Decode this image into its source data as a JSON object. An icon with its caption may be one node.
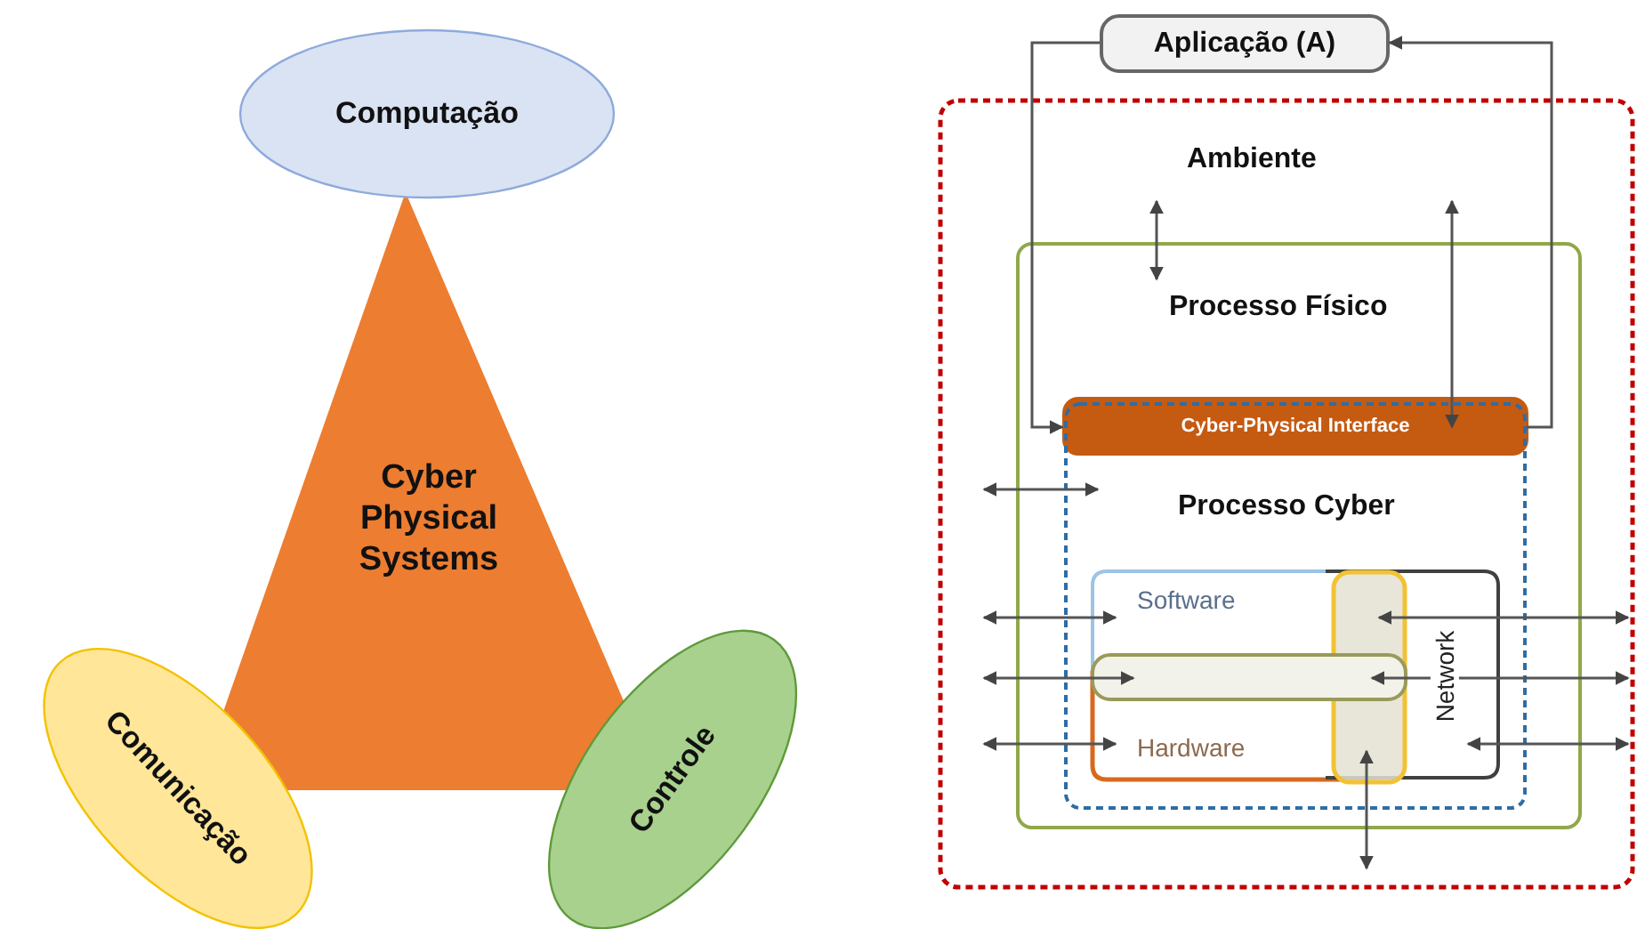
{
  "diagram": {
    "nodes": [
      {
        "text": [
          "Cyber Physical Systems"
        ]
      },
      {
        "text": [
          "Computação"
        ]
      },
      {
        "text": [
          "Comunicação"
        ]
      },
      {
        "text": [
          "Controle"
        ]
      },
      {
        "text": [
          "Aplicação (A)"
        ]
      },
      {
        "text": [
          "Ambiente"
        ]
      },
      {
        "text": [
          "Processo Físico"
        ],
        "in": 5
      },
      {
        "text": [
          "Cyber-Physical Interface"
        ],
        "in": 6
      },
      {
        "text": [
          "Processo Cyber"
        ],
        "in": 6
      },
      {
        "text": [
          "Software"
        ],
        "in": 8
      },
      {
        "text": [
          "Hardware"
        ],
        "in": 8
      },
      {
        "text": [
          "Network"
        ],
        "in": 8
      },
      {
        "text": [],
        "shape": "box",
        "in": 8
      },
      {
        "text": [],
        "shape": "box",
        "in": 11
      }
    ],
    "edges": [
      {
        "from": 4,
        "to": 7,
        "arrow": "to"
      },
      {
        "from": 7,
        "to": 4,
        "arrow": "to"
      },
      {
        "from": 5,
        "to": 6,
        "arrow": "both"
      },
      {
        "from": 5,
        "to": 7,
        "arrow": "both"
      },
      {
        "from": 5,
        "to": 8,
        "arrow": "both"
      },
      {
        "from": 5,
        "to": 9,
        "arrow": "both"
      },
      {
        "from": 5,
        "to": 12,
        "arrow": "both"
      },
      {
        "from": 5,
        "to": 10,
        "arrow": "both"
      },
      {
        "from": 13,
        "to": null,
        "arrow": "both"
      },
      {
        "from": 12,
        "to": null,
        "arrow": "both"
      },
      {
        "from": 11,
        "to": null,
        "arrow": "both"
      },
      {
        "from": 13,
        "to": null,
        "arrow": "both"
      }
    ]
  }
}
